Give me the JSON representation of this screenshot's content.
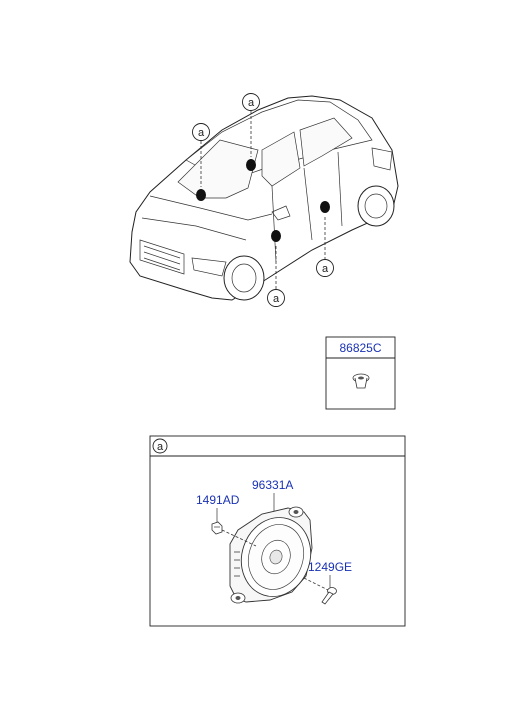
{
  "callouts": {
    "letter": "a"
  },
  "clip_box": {
    "part_number": "86825C"
  },
  "detail_box": {
    "header_letter": "a",
    "parts": {
      "bolt": "1491AD",
      "speaker": "96331A",
      "screw": "1249GE"
    }
  }
}
